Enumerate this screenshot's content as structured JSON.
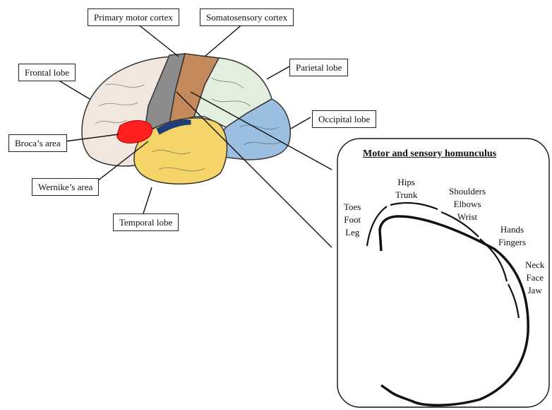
{
  "labels": {
    "primary_motor_cortex": "Primary motor cortex",
    "somatosensory_cortex": "Somatosensory cortex",
    "frontal_lobe": "Frontal lobe",
    "parietal_lobe": "Parietal lobe",
    "occipital_lobe": "Occipital lobe",
    "brocas_area": "Broca’s area",
    "wernikes_area": "Wernike’s area",
    "temporal_lobe": "Temporal lobe"
  },
  "homunculus": {
    "title": "Motor and  sensory  homunculus",
    "groups": [
      {
        "lines": [
          "Toes",
          "Foot",
          "Leg"
        ]
      },
      {
        "lines": [
          "Hips",
          "Trunk"
        ]
      },
      {
        "lines": [
          "Shoulders",
          "Elbows",
          "Wrist"
        ]
      },
      {
        "lines": [
          "Hands",
          "Fingers"
        ]
      },
      {
        "lines": [
          "Neck",
          "Face",
          "Jaw"
        ]
      }
    ]
  },
  "colors": {
    "frontal": "#f2e7df",
    "motor": "#8c8c8c",
    "somatosensory": "#c48a5c",
    "parietal": "#e2efdf",
    "occipital": "#9bbfe0",
    "temporal": "#f5d46a",
    "broca": "#ff2020",
    "wernicke": "#1f3f7a"
  }
}
